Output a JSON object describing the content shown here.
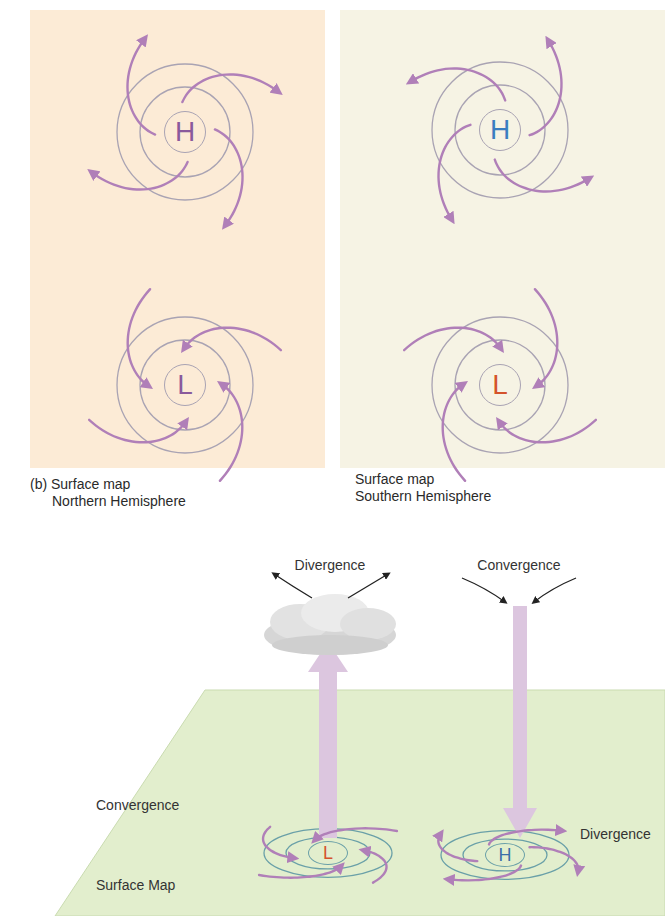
{
  "diagram": {
    "nodes": [
      {
        "text": [
          "(b) Surface map Northern Hemisphere"
        ]
      },
      {
        "text": [
          "H"
        ],
        "in": 0
      },
      {
        "text": [
          "L"
        ],
        "in": 0
      },
      {
        "text": [
          "Surface map Southern Hemisphere"
        ]
      },
      {
        "text": [
          "H"
        ],
        "in": 3
      },
      {
        "text": [
          "L"
        ],
        "in": 3
      },
      {
        "text": [
          "L"
        ]
      },
      {
        "text": [
          "H"
        ]
      }
    ],
    "labels": [
      "Divergence",
      "Convergence",
      "Convergence",
      "Divergence",
      "Surface Map"
    ]
  }
}
